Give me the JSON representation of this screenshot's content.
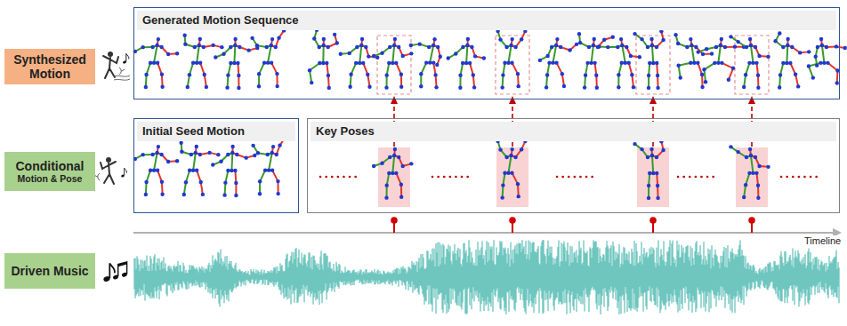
{
  "diagram": {
    "nodes": [
      {
        "text": [
          "Synthesized Motion"
        ]
      },
      {
        "text": [
          "Generated Motion Sequence"
        ]
      },
      {
        "text": [
          "Conditional",
          "Motion & Pose"
        ]
      },
      {
        "text": [
          "Initial Seed Motion"
        ]
      },
      {
        "text": [
          "Key Poses"
        ]
      },
      {
        "text": [
          "Driven Music"
        ]
      }
    ],
    "labels": [
      "Timeline"
    ]
  }
}
